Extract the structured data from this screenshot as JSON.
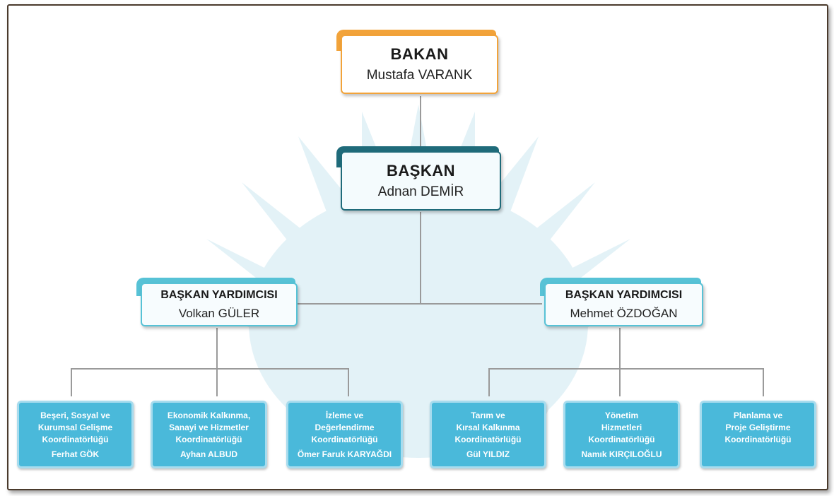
{
  "minister": {
    "title": "BAKAN",
    "name": "Mustafa VARANK"
  },
  "president": {
    "title": "BAŞKAN",
    "name": "Adnan DEMİR"
  },
  "vice_presidents": [
    {
      "title": "BAŞKAN YARDIMCISI",
      "name": "Volkan GÜLER"
    },
    {
      "title": "BAŞKAN YARDIMCISI",
      "name": "Mehmet ÖZDOĞAN"
    }
  ],
  "coordinatorships": [
    {
      "lines": [
        "Beşeri, Sosyal ve",
        "Kurumsal Gelişme",
        "Koordinatörlüğü"
      ],
      "head": "Ferhat GÖK"
    },
    {
      "lines": [
        "Ekonomik Kalkınma,",
        "Sanayi ve Hizmetler",
        "Koordinatörlüğü"
      ],
      "head": "Ayhan ALBUD"
    },
    {
      "lines": [
        "İzleme ve",
        "Değerlendirme",
        "Koordinatörlüğü"
      ],
      "head": "Ömer Faruk KARYAĞDI"
    },
    {
      "lines": [
        "Tarım ve",
        "Kırsal Kalkınma",
        "Koordinatörlüğü"
      ],
      "head": "Gül YILDIZ"
    },
    {
      "lines": [
        "Yönetim",
        "Hizmetleri",
        "Koordinatörlüğü"
      ],
      "head": "Namık KIRÇILOĞLU"
    },
    {
      "lines": [
        "Planlama ve",
        "Proje Geliştirme",
        "Koordinatörlüğü"
      ],
      "head": ""
    }
  ],
  "colors": {
    "minister_accent": "#f2a33a",
    "president_accent": "#1f6b7a",
    "vice_president_accent": "#57c2d6",
    "coordinatorship_fill": "#4ab9da",
    "connector": "#9a9a9a",
    "background_motif": "#e4f3f8"
  }
}
